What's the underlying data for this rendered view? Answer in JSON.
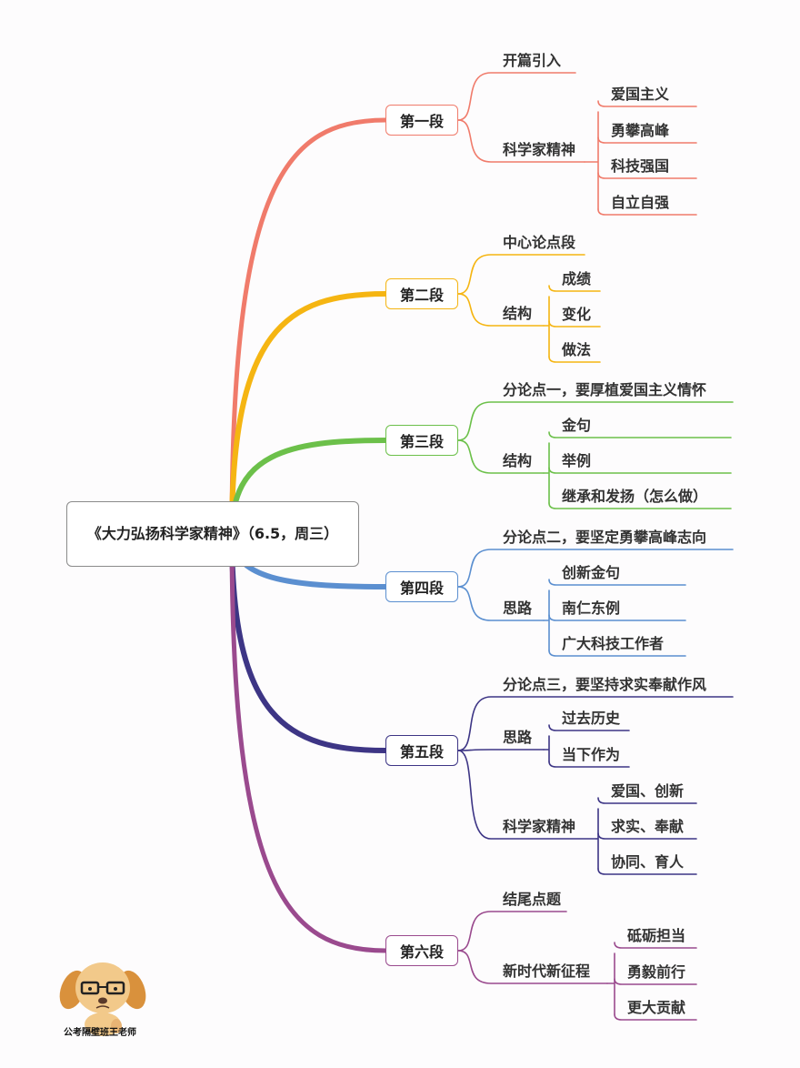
{
  "root": {
    "title": "《大力弘扬科学家精神》（6.5，周三）"
  },
  "sections": [
    {
      "label": "第一段",
      "color": "#f07b6b",
      "children": [
        {
          "label": "开篇引入"
        },
        {
          "label": "科学家精神",
          "children": [
            "爱国主义",
            "勇攀高峰",
            "科技强国",
            "自立自强"
          ]
        }
      ]
    },
    {
      "label": "第二段",
      "color": "#f5b512",
      "children": [
        {
          "label": "中心论点段"
        },
        {
          "label": "结构",
          "children": [
            "成绩",
            "变化",
            "做法"
          ]
        }
      ]
    },
    {
      "label": "第三段",
      "color": "#6cc04a",
      "children": [
        {
          "label": "分论点一，要厚植爱国主义情怀"
        },
        {
          "label": "结构",
          "children": [
            "金句",
            "举例",
            "继承和发扬（怎么做）"
          ]
        }
      ]
    },
    {
      "label": "第四段",
      "color": "#5b8fd0",
      "children": [
        {
          "label": "分论点二，要坚定勇攀高峰志向"
        },
        {
          "label": "思路",
          "children": [
            "创新金句",
            "南仁东例",
            "广大科技工作者"
          ]
        }
      ]
    },
    {
      "label": "第五段",
      "color": "#3d3585",
      "children": [
        {
          "label": "分论点三，要坚持求实奉献作风"
        },
        {
          "label": "思路",
          "children": [
            "过去历史",
            "当下作为"
          ]
        },
        {
          "label": "科学家精神",
          "children": [
            "爱国、创新",
            "求实、奉献",
            "协同、育人"
          ]
        }
      ]
    },
    {
      "label": "第六段",
      "color": "#9a4a8e",
      "children": [
        {
          "label": "结尾点题"
        },
        {
          "label": "新时代新征程",
          "children": [
            "砥砺担当",
            "勇毅前行",
            "更大贡献"
          ]
        }
      ]
    }
  ],
  "watermark": {
    "caption": "公考隔壁班王老师"
  }
}
